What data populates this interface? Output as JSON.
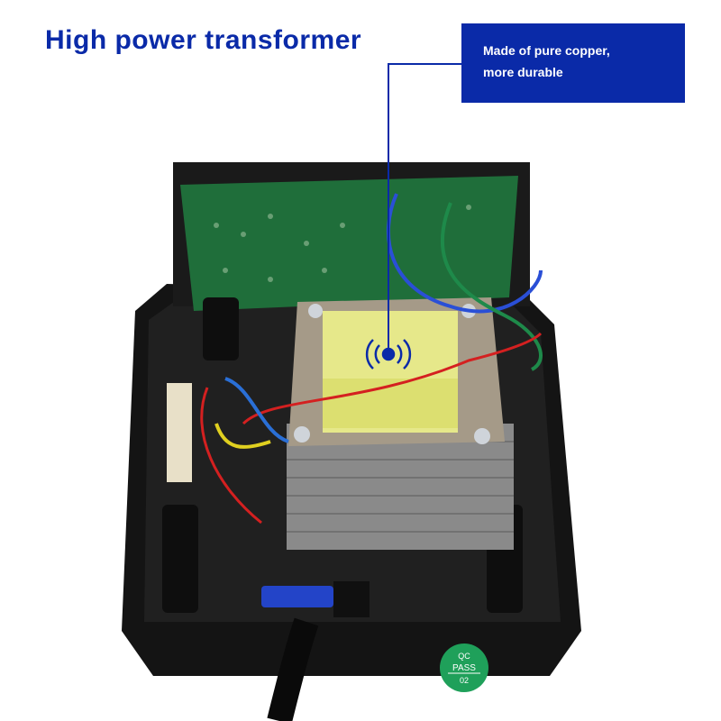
{
  "title": "High power transformer",
  "callout": {
    "line1": "Made of pure copper,",
    "line2": "more durable"
  },
  "sticker": {
    "line1": "QC",
    "line2": "PASS",
    "line3": "02"
  },
  "colors": {
    "brand_blue": "#0a2aa8",
    "sticker_green": "#1fa05a"
  }
}
